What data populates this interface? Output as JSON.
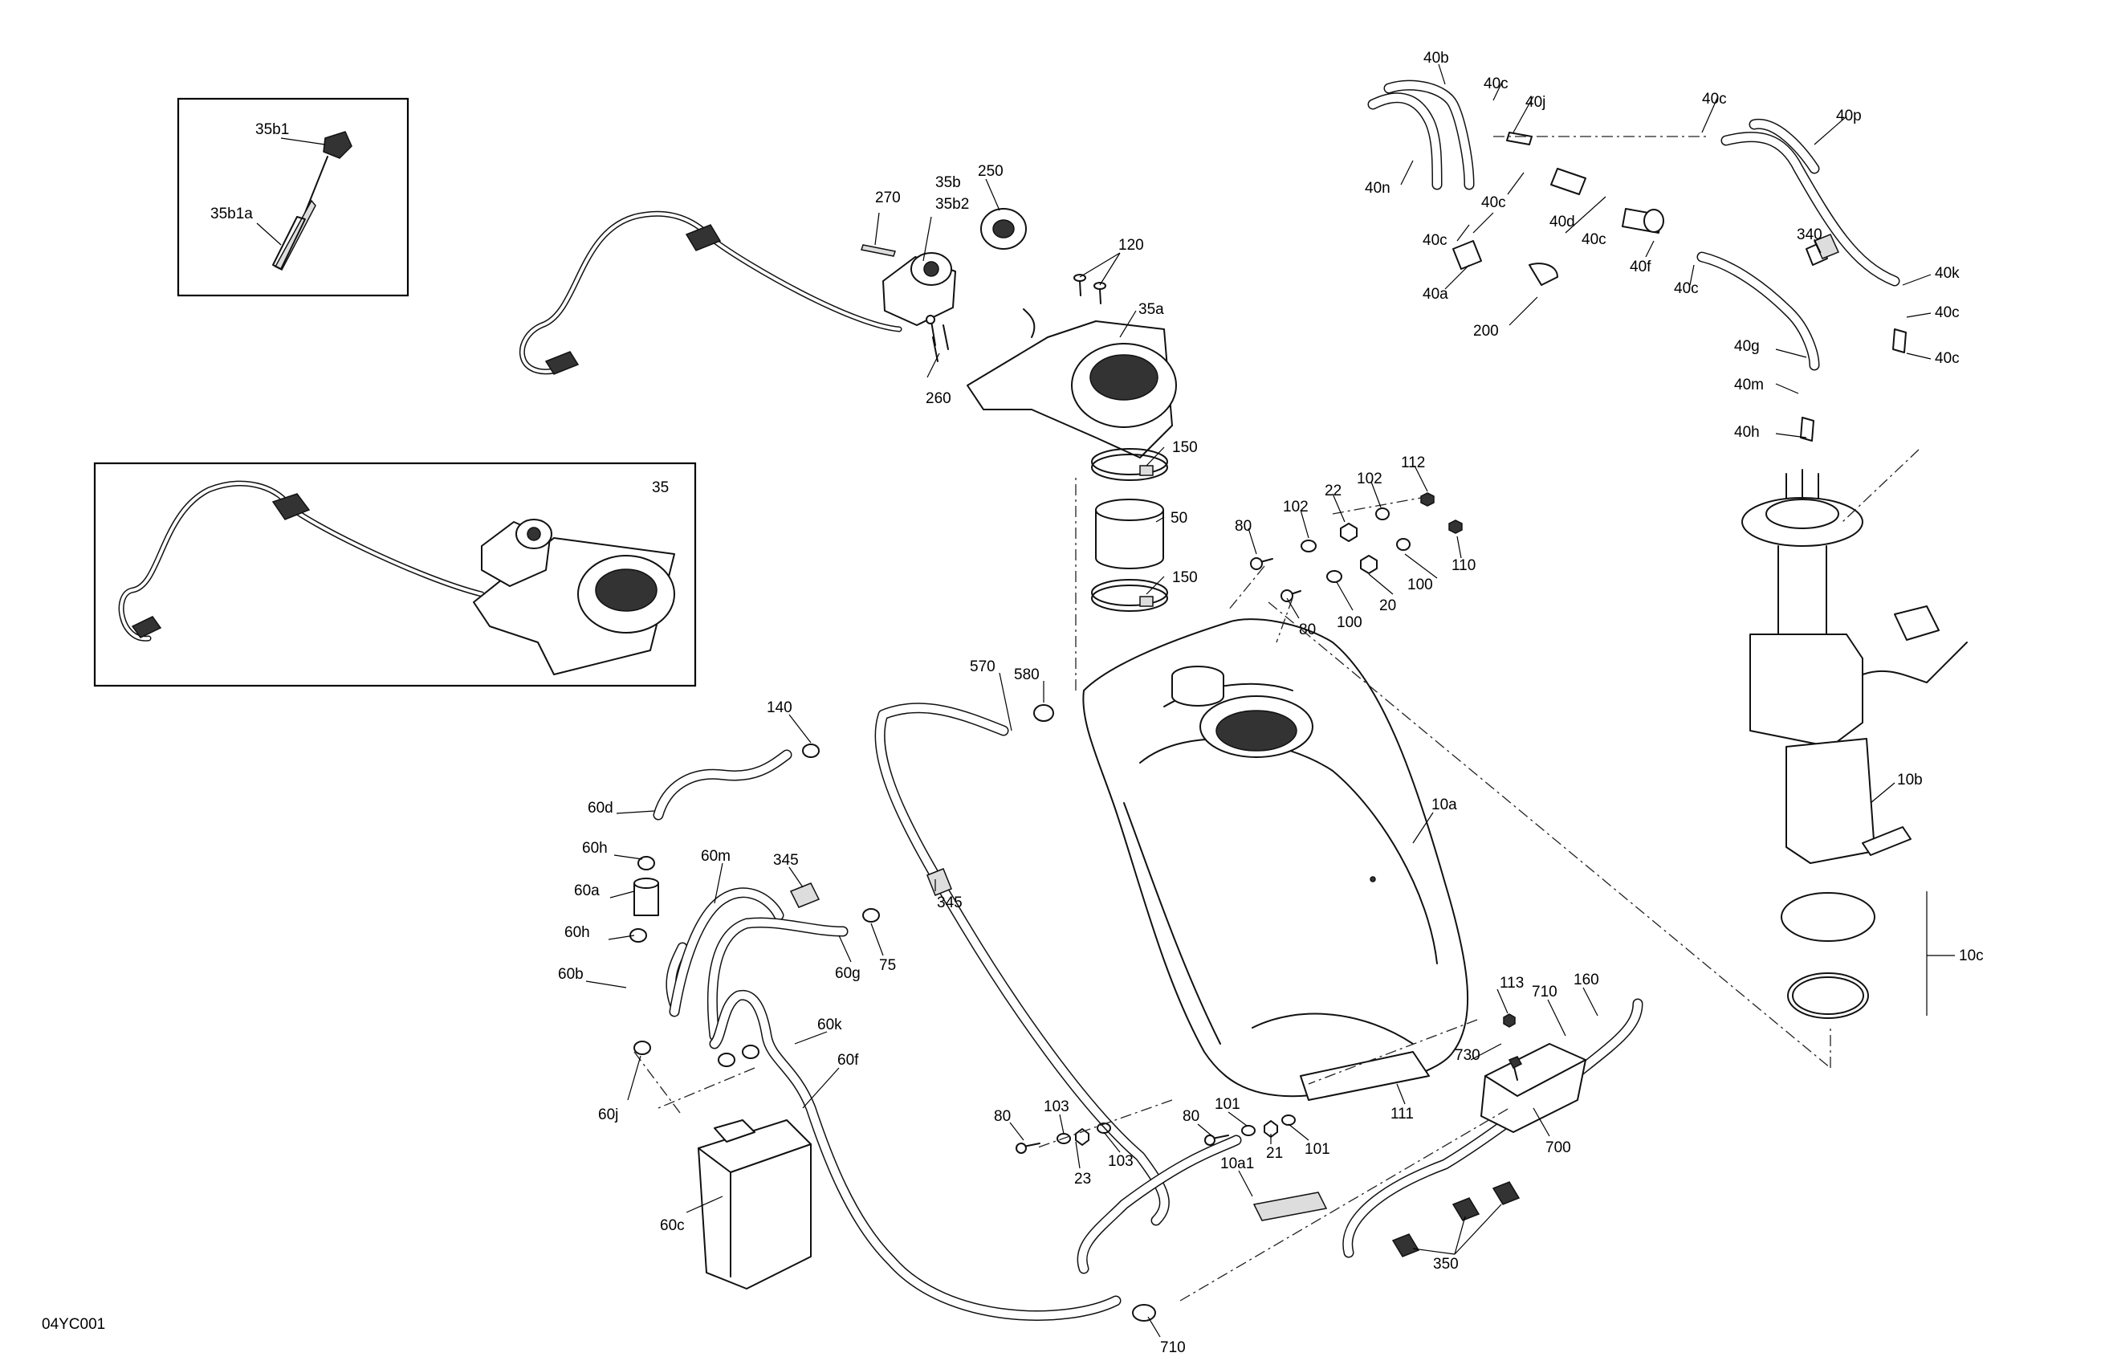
{
  "figure_code": "04YC001",
  "inset_key": {
    "title": "35b1",
    "labels": [
      "35b1",
      "35b1a"
    ]
  },
  "inset_assembly": {
    "title": "35"
  },
  "callouts": [
    "35b1",
    "35b1a",
    "35",
    "270",
    "35b",
    "35b2",
    "250",
    "120",
    "35a",
    "260",
    "150",
    "50",
    "150",
    "80",
    "102",
    "22",
    "102",
    "112",
    "80",
    "100",
    "20",
    "100",
    "110",
    "570",
    "580",
    "140",
    "60d",
    "60h",
    "60a",
    "60h",
    "60b",
    "60j",
    "60m",
    "345",
    "60g",
    "75",
    "345",
    "60k",
    "60f",
    "60c",
    "10a",
    "80",
    "103",
    "103",
    "23",
    "80",
    "101",
    "101",
    "21",
    "10a1",
    "111",
    "730",
    "113",
    "710",
    "160",
    "700",
    "350",
    "710",
    "40b",
    "40c",
    "40j",
    "40c",
    "40p",
    "40n",
    "40c",
    "40d",
    "40c",
    "40c",
    "40a",
    "40f",
    "40c",
    "200",
    "340",
    "40k",
    "40c",
    "40g",
    "40c",
    "40m",
    "40h",
    "10b",
    "10c"
  ],
  "colors": {
    "line": "#111111",
    "background": "#ffffff"
  }
}
